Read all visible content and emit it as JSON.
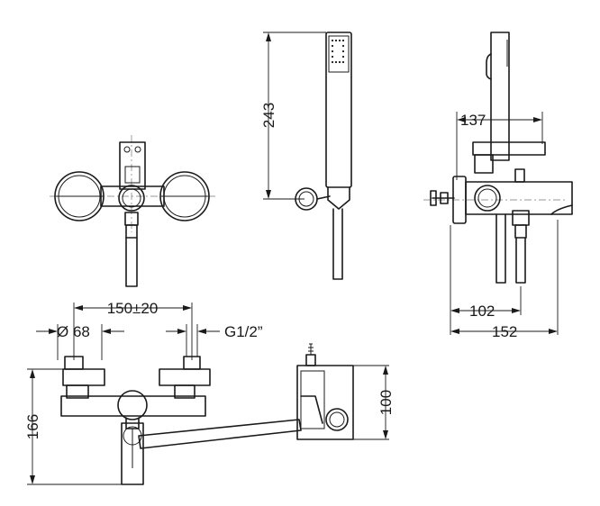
{
  "dimensions": {
    "shower_height": "243",
    "side_reach_upper": "137",
    "side_reach_lower": "102",
    "side_total": "152",
    "center_distance": "150±20",
    "flange_diameter": "Ø 68",
    "thread": "G1/2”",
    "total_height": "166",
    "spout_height": "100"
  }
}
